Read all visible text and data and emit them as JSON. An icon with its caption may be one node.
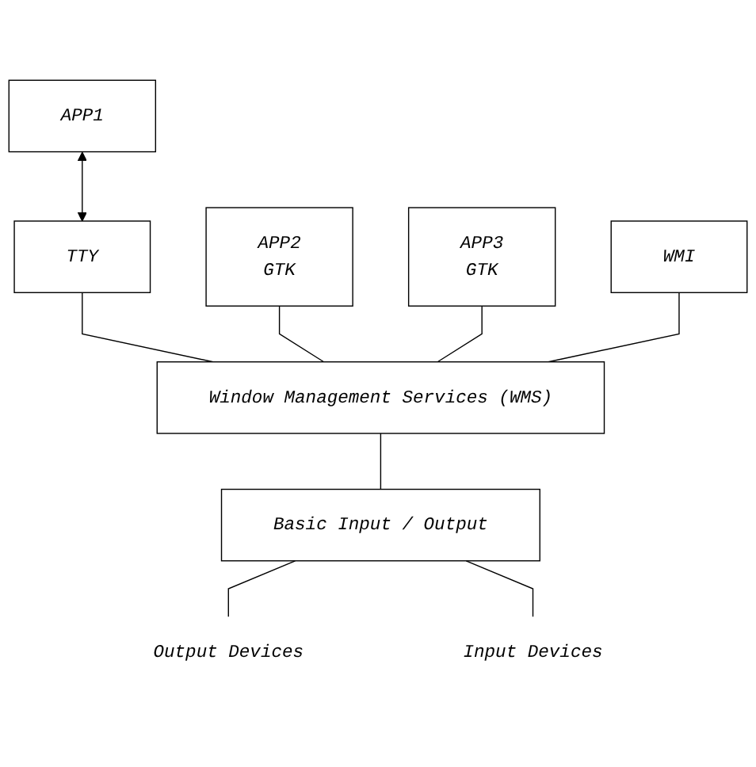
{
  "diagram": {
    "nodes": [
      {
        "text": [
          "APP1"
        ]
      },
      {
        "text": [
          "TTY"
        ]
      },
      {
        "text": [
          "APP2",
          "GTK"
        ]
      },
      {
        "text": [
          "APP3",
          "GTK"
        ]
      },
      {
        "text": [
          "WMI"
        ]
      },
      {
        "text": [
          "Window Management Services (WMS)"
        ]
      },
      {
        "text": [
          "Basic Input / Output"
        ]
      },
      {
        "text": [
          "Output Devices"
        ]
      },
      {
        "text": [
          "Input Devices"
        ]
      }
    ],
    "edges": [
      {
        "from": 0,
        "to": 1,
        "arrow": "both"
      },
      {
        "from": 1,
        "to": 5,
        "arrow": "none"
      },
      {
        "from": 2,
        "to": 5,
        "arrow": "none"
      },
      {
        "from": 3,
        "to": 5,
        "arrow": "none"
      },
      {
        "from": 4,
        "to": 5,
        "arrow": "none"
      },
      {
        "from": 5,
        "to": 6,
        "arrow": "none"
      },
      {
        "from": 6,
        "to": 7,
        "arrow": "none"
      },
      {
        "from": 6,
        "to": 8,
        "arrow": "none"
      }
    ]
  }
}
